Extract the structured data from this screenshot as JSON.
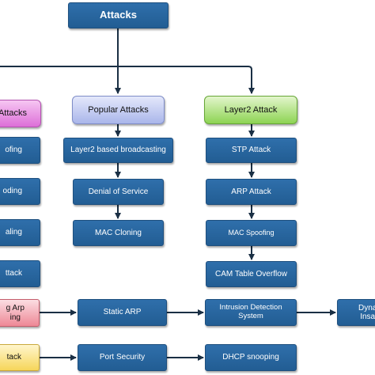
{
  "nodes": {
    "attacks": "Attacks",
    "left_header": "Attacks",
    "popular_attacks": "Popular Attacks",
    "layer2_attack": "Layer2 Attack",
    "left_item_1": "ofing",
    "left_item_2": "oding",
    "left_item_3": "aling",
    "left_item_4": "ttack",
    "left_red": "g Arp\ning",
    "left_yellow": "tack",
    "layer2_broadcasting": "Layer2 based broadcasting",
    "denial_of_service": "Denial of Service",
    "mac_cloning": "MAC Cloning",
    "stp_attack": "STP Attack",
    "arp_attack": "ARP Attack",
    "mac_spoofing": "MAC Spoofing",
    "cam_table_overflow": "CAM Table Overflow",
    "static_arp": "Static ARP",
    "intrusion_detection": "Intrusion Detection\nSystem",
    "right_dyna": "Dyna\nInsa",
    "port_security": "Port Security",
    "dhcp_snooping": "DHCP snooping"
  },
  "colors": {
    "node_blue": "#2a67a3",
    "connector": "#1a2f44",
    "pink": "#e58ee1",
    "lavender": "#c3cbf3",
    "green": "#a8de74",
    "red": "#f2a3ad",
    "yellow": "#fbe37e"
  }
}
